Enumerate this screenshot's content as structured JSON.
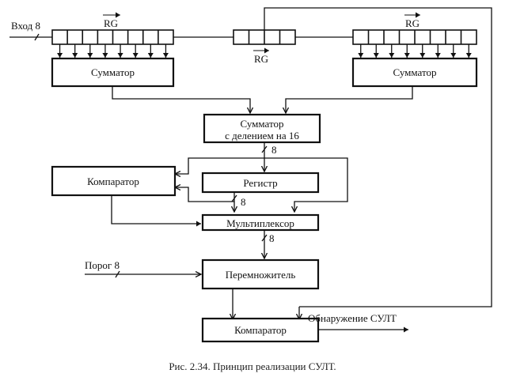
{
  "diagram": {
    "inputs": {
      "input_label": "Вход 8",
      "threshold_label": "Порог 8"
    },
    "registers": {
      "left_label": "RG",
      "middle_label": "RG",
      "right_label": "RG",
      "left_cells": 8,
      "middle_cells": 4,
      "right_cells": 8
    },
    "blocks": {
      "adder_left": "Сумматор",
      "adder_right": "Сумматор",
      "adder_div_line1": "Сумматор",
      "adder_div_line2": "с делением на 16",
      "comparator_left": "Компаратор",
      "register": "Регистр",
      "multiplexer": "Мультиплексор",
      "multiplier": "Перемножитель",
      "comparator_bottom": "Компаратор"
    },
    "bus_widths": {
      "adder_to_register": "8",
      "register_to_mux": "8",
      "mux_to_multiplier": "8"
    },
    "output_label": "Обнаружение СУЛТ",
    "caption": "Рис. 2.34. Принцип реализации СУЛТ."
  }
}
